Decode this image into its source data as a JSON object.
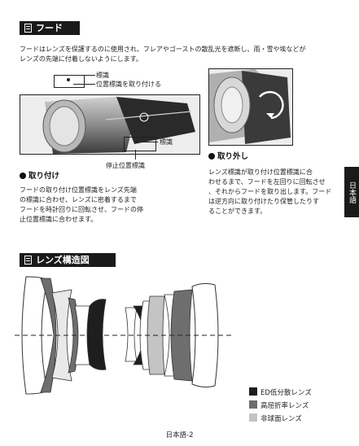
{
  "hood_section": {
    "title": "フード",
    "intro": [
      "フードはレンズを保護するのに使用され、フレアやゴーストの散乱光を遮断し、雨・雪や埃などが",
      "レンズの先端に付着しないようにします。"
    ],
    "callout_index_mark": "標識",
    "callout_mount_position_mark": "位置標識を取り付ける",
    "callout_index_mark_2": "標識",
    "callout_stop_position_mark": "停止位置標識",
    "attach": {
      "heading": "取り付け",
      "lines": [
        "フードの取り付け位置標識をレンズ先端",
        "の標識に合わせ、レンズに密着するまで",
        "フードを時計回りに回転させ、フードの停",
        "止位置標識に合わせます。"
      ]
    },
    "detach": {
      "heading": "取り外し",
      "lines": [
        "レンズ標識が取り付け位置標識に合",
        "わせるまで、フードを左回りに回転させ",
        "、それからフードを取り出します。フード",
        "は逆方向に取り付けたり保管したりす",
        "ることができます。"
      ]
    }
  },
  "lens_section": {
    "title": "レンズ構造図",
    "legend": [
      {
        "label": "ED低分散レンズ",
        "color": "#1e1e1e"
      },
      {
        "label": "高屈折率レンズ",
        "color": "#6e6e6e"
      },
      {
        "label": "非球面レンズ",
        "color": "#c4c4c4"
      }
    ]
  },
  "side_tab": "日本語",
  "page_number": "日本語-2"
}
